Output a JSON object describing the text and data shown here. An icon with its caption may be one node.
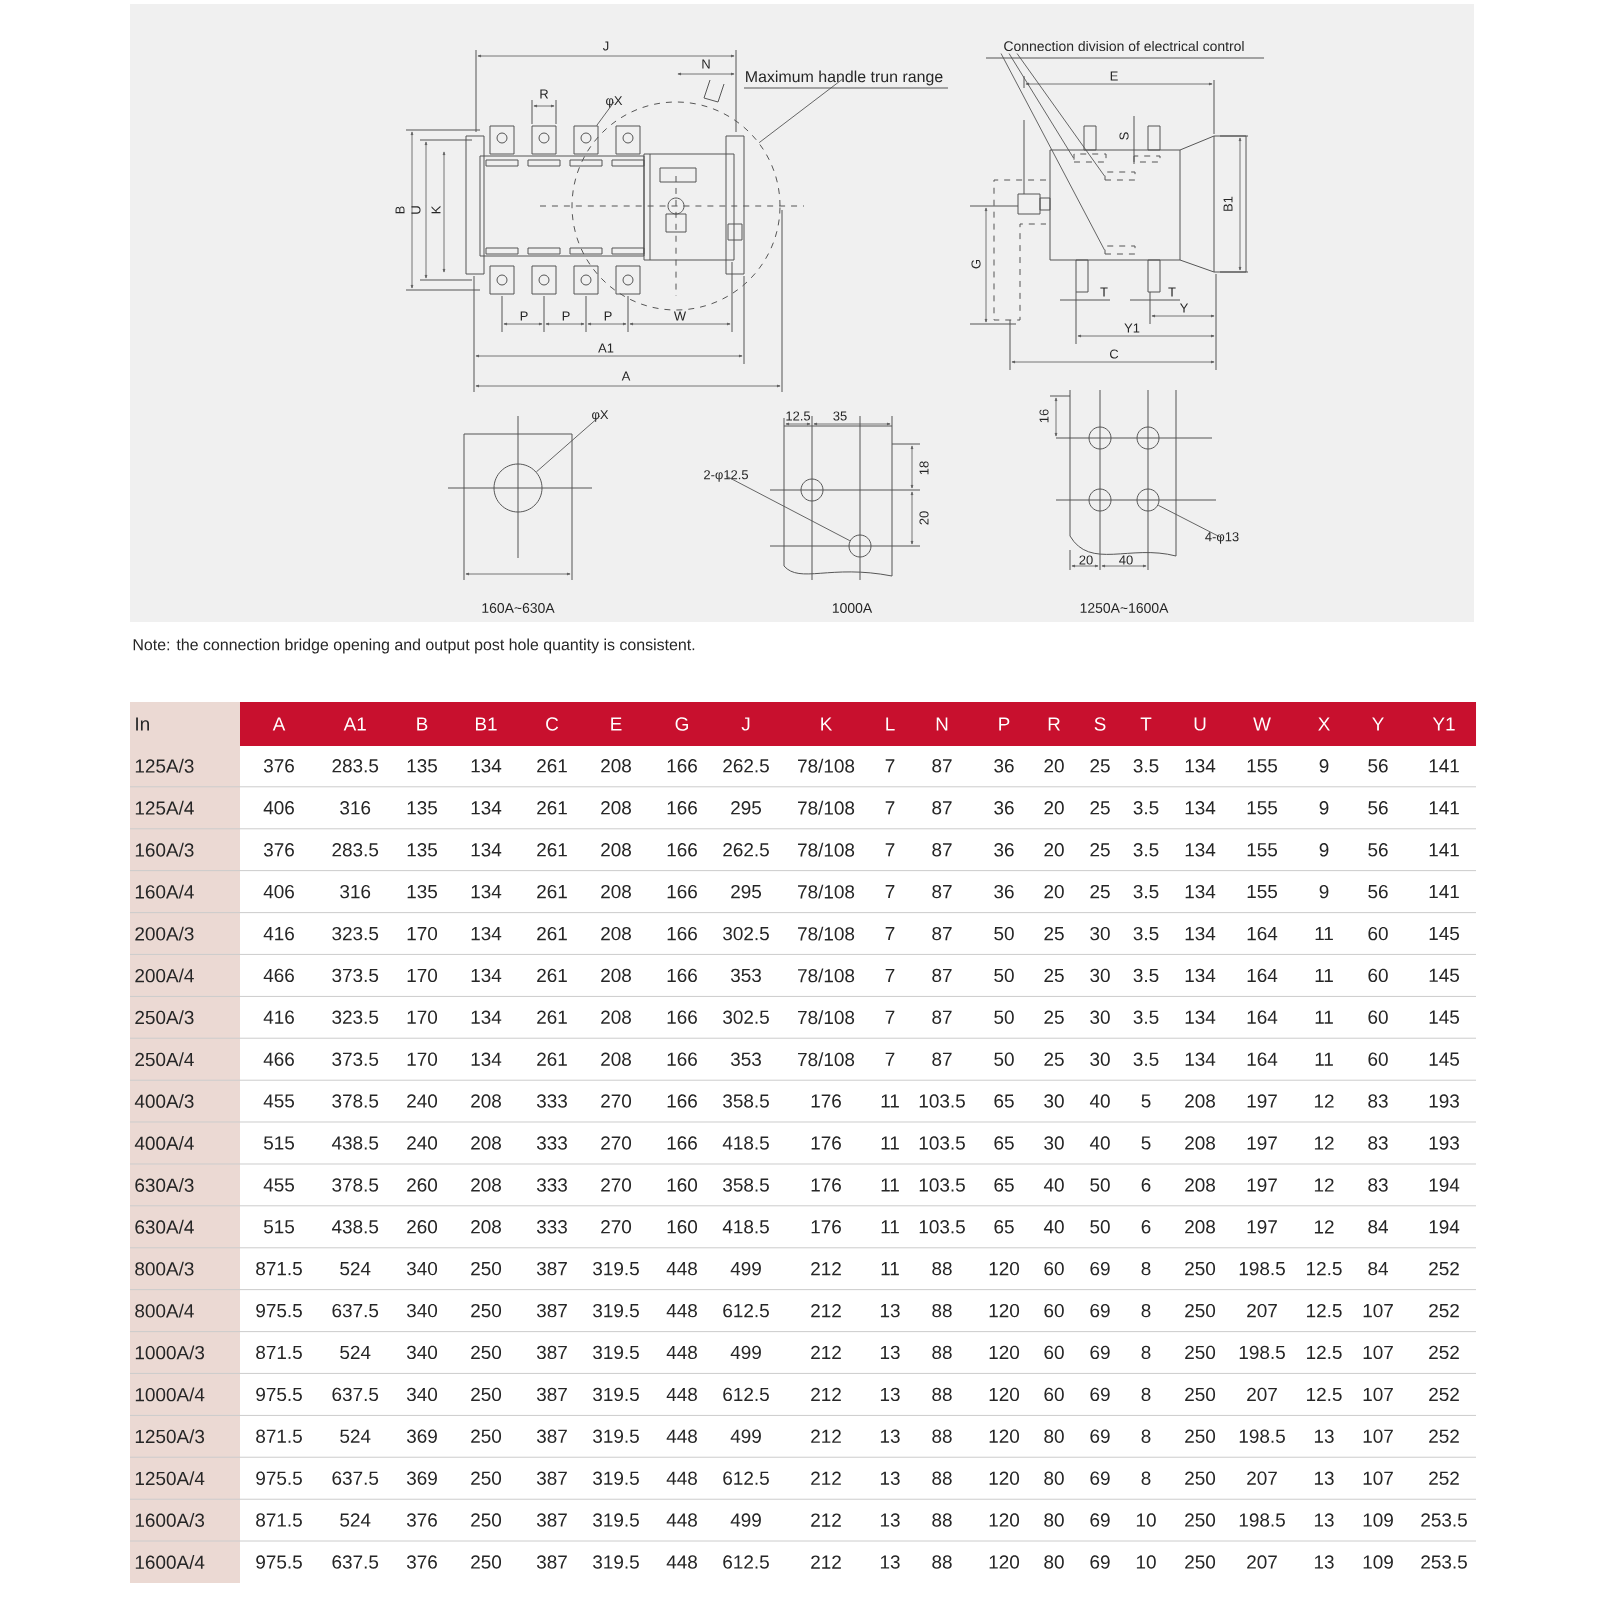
{
  "diagram": {
    "nodes": [
      {
        "text": [
          "Maximum handle trun range"
        ]
      },
      {
        "text": [],
        "shape": "circle"
      },
      {
        "text": [
          "φX"
        ]
      },
      {
        "text": [],
        "shape": "box"
      },
      {
        "text": [
          "Connection division of electrical control"
        ]
      },
      {
        "text": [],
        "shape": "box"
      },
      {
        "text": [],
        "shape": "box"
      },
      {
        "text": [],
        "shape": "box"
      },
      {
        "text": [
          "φX"
        ]
      },
      {
        "text": [],
        "shape": "circle"
      },
      {
        "text": [
          "2-φ12.5"
        ]
      },
      {
        "text": [],
        "shape": "circle"
      },
      {
        "text": [
          "4-φ13"
        ]
      },
      {
        "text": [],
        "shape": "circle"
      }
    ],
    "edges": [
      {
        "from": 0,
        "to": 1,
        "arrow": "none"
      },
      {
        "from": 2,
        "to": 3,
        "arrow": "none"
      },
      {
        "from": 4,
        "to": 5,
        "arrow": "none"
      },
      {
        "from": 4,
        "to": 6,
        "arrow": "none"
      },
      {
        "from": 4,
        "to": 7,
        "arrow": "none"
      },
      {
        "from": 8,
        "to": 9,
        "arrow": "none"
      },
      {
        "from": 10,
        "to": 11,
        "arrow": "none"
      },
      {
        "from": 12,
        "to": 13,
        "arrow": "none"
      }
    ],
    "labels": [
      "J",
      "N",
      "R",
      "B",
      "U",
      "K",
      "P",
      "P",
      "P",
      "W",
      "A1",
      "A",
      "E",
      "S",
      "B1",
      "G",
      "T",
      "T",
      "Y",
      "Y1",
      "C",
      "12.5",
      "35",
      "18",
      "20",
      "16",
      "20",
      "40",
      "160A~630A",
      "1000A",
      "1250A~1600A",
      "Note: the connection bridge opening and output post hole quantity is consistent.",
      "In",
      "A",
      "A1",
      "B",
      "B1",
      "C",
      "E",
      "G",
      "J",
      "K",
      "L",
      "N",
      "P",
      "R",
      "S",
      "T",
      "U",
      "W",
      "X",
      "Y",
      "Y1",
      "125A/3",
      "376",
      "283.5",
      "135",
      "134",
      "261",
      "208",
      "166",
      "262.5",
      "78/108",
      "7",
      "87",
      "36",
      "20",
      "25",
      "3.5",
      "134",
      "155",
      "9",
      "56",
      "141",
      "125A/4",
      "406",
      "316",
      "135",
      "134",
      "261",
      "208",
      "166",
      "295",
      "78/108",
      "7",
      "87",
      "36",
      "20",
      "25",
      "3.5",
      "134",
      "155",
      "9",
      "56",
      "141",
      "160A/3",
      "376",
      "283.5",
      "135",
      "134",
      "261",
      "208",
      "166",
      "262.5",
      "78/108",
      "7",
      "87",
      "36",
      "20",
      "25",
      "3.5",
      "134",
      "155",
      "9",
      "56",
      "141",
      "160A/4",
      "406",
      "316",
      "135",
      "134",
      "261",
      "208",
      "166",
      "295",
      "78/108",
      "7",
      "87",
      "36",
      "20",
      "25",
      "3.5",
      "134",
      "155",
      "9",
      "56",
      "141",
      "200A/3",
      "416",
      "323.5",
      "170",
      "134",
      "261",
      "208",
      "166",
      "302.5",
      "78/108",
      "7",
      "87",
      "50",
      "25",
      "30",
      "3.5",
      "134",
      "164",
      "11",
      "60",
      "145",
      "200A/4",
      "466",
      "373.5",
      "170",
      "134",
      "261",
      "208",
      "166",
      "353",
      "78/108",
      "7",
      "87",
      "50",
      "25",
      "30",
      "3.5",
      "134",
      "164",
      "11",
      "60",
      "145",
      "250A/3",
      "416",
      "323.5",
      "170",
      "134",
      "261",
      "208",
      "166",
      "302.5",
      "78/108",
      "7",
      "87",
      "50",
      "25",
      "30",
      "3.5",
      "134",
      "164",
      "11",
      "60",
      "145",
      "250A/4",
      "466",
      "373.5",
      "170",
      "134",
      "261",
      "208",
      "166",
      "353",
      "78/108",
      "7",
      "87",
      "50",
      "25",
      "30",
      "3.5",
      "134",
      "164",
      "11",
      "60",
      "145",
      "400A/3",
      "455",
      "378.5",
      "240",
      "208",
      "333",
      "270",
      "166",
      "358.5",
      "176",
      "11",
      "103.5",
      "65",
      "30",
      "40",
      "5",
      "208",
      "197",
      "12",
      "83",
      "193",
      "400A/4",
      "515",
      "438.5",
      "240",
      "208",
      "333",
      "270",
      "166",
      "418.5",
      "176",
      "11",
      "103.5",
      "65",
      "30",
      "40",
      "5",
      "208",
      "197",
      "12",
      "83",
      "193",
      "630A/3",
      "455",
      "378.5",
      "260",
      "208",
      "333",
      "270",
      "160",
      "358.5",
      "176",
      "11",
      "103.5",
      "65",
      "40",
      "50",
      "6",
      "208",
      "197",
      "12",
      "83",
      "194",
      "630A/4",
      "515",
      "438.5",
      "260",
      "208",
      "333",
      "270",
      "160",
      "418.5",
      "176",
      "11",
      "103.5",
      "65",
      "40",
      "50",
      "6",
      "208",
      "197",
      "12",
      "84",
      "194",
      "800A/3",
      "871.5",
      "524",
      "340",
      "250",
      "387",
      "319.5",
      "448",
      "499",
      "212",
      "11",
      "88",
      "120",
      "60",
      "69",
      "8",
      "250",
      "198.5",
      "12.5",
      "84",
      "252",
      "800A/4",
      "975.5",
      "637.5",
      "340",
      "250",
      "387",
      "319.5",
      "448",
      "612.5",
      "212",
      "13",
      "88",
      "120",
      "60",
      "69",
      "8",
      "250",
      "207",
      "12.5",
      "107",
      "252",
      "1000A/3",
      "871.5",
      "524",
      "340",
      "250",
      "387",
      "319.5",
      "448",
      "499",
      "212",
      "13",
      "88",
      "120",
      "60",
      "69",
      "8",
      "250",
      "198.5",
      "12.5",
      "107",
      "252",
      "1000A/4",
      "975.5",
      "637.5",
      "340",
      "250",
      "387",
      "319.5",
      "448",
      "612.5",
      "212",
      "13",
      "88",
      "120",
      "60",
      "69",
      "8",
      "250",
      "207",
      "12.5",
      "107",
      "252",
      "1250A/3",
      "871.5",
      "524",
      "369",
      "250",
      "387",
      "319.5",
      "448",
      "499",
      "212",
      "13",
      "88",
      "120",
      "80",
      "69",
      "8",
      "250",
      "198.5",
      "13",
      "107",
      "252",
      "1250A/4",
      "975.5",
      "637.5",
      "369",
      "250",
      "387",
      "319.5",
      "448",
      "612.5",
      "212",
      "13",
      "88",
      "120",
      "80",
      "69",
      "8",
      "250",
      "207",
      "13",
      "107",
      "252",
      "1600A/3",
      "871.5",
      "524",
      "376",
      "250",
      "387",
      "319.5",
      "448",
      "499",
      "212",
      "13",
      "88",
      "120",
      "80",
      "69",
      "10",
      "250",
      "198.5",
      "13",
      "109",
      "253.5",
      "1600A/4",
      "975.5",
      "637.5",
      "376",
      "250",
      "387",
      "319.5",
      "448",
      "612.5",
      "212",
      "13",
      "88",
      "120",
      "80",
      "69",
      "10",
      "250",
      "207",
      "13",
      "109",
      "253.5"
    ]
  }
}
